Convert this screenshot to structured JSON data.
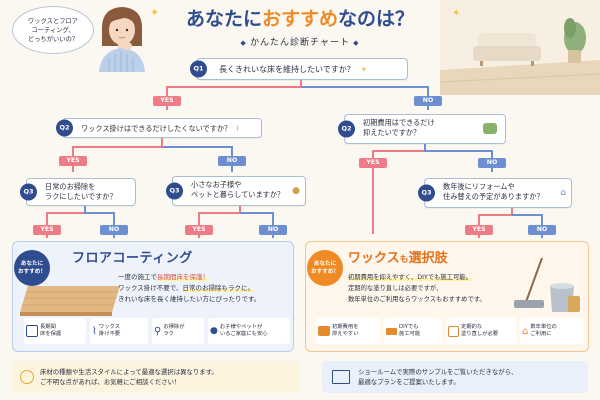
{
  "header": {
    "title_prefix": "あなたに",
    "title_highlight": "おすすめ",
    "title_suffix": "なのは？",
    "subtitle": "かんたん診断チャート",
    "speech_bubble": "ワックスとフロア\nコーティング、\nどっちがいいの？"
  },
  "labels": {
    "yes": "YES",
    "no": "NO"
  },
  "questions": {
    "q1": {
      "tag": "Q1",
      "text": "長くきれいな床を維持したいですか？"
    },
    "q2_left": {
      "tag": "Q2",
      "text": "ワックス掛けはできるだけしたくないですか？"
    },
    "q2_right": {
      "tag": "Q2",
      "text": "初期費用はできるだけ\n抑えたいですか？"
    },
    "q3_a": {
      "tag": "Q3",
      "text": "日常のお掃除を\nラクにしたいですか？"
    },
    "q3_b": {
      "tag": "Q3",
      "text": "小さなお子様や\nペットと暮らしていますか？"
    },
    "q3_c": {
      "tag": "Q3",
      "text": "数年後にリフォームや\n住み替えの予定がありますか？"
    }
  },
  "result_left": {
    "badge": "あなたに\nおすすめ！",
    "title": "フロアコーティング",
    "line1_pre": "一度の施工で",
    "line1_hl": "長期間床を保護！",
    "line2_pre": "ワックス掛け不要で、",
    "line2_hl": "日常のお掃除もラクに。",
    "line3": "きれいな床を長く維持したい方にぴったりです。",
    "features": [
      {
        "icon": "calendar-icon",
        "text": "長期間\n床を保護"
      },
      {
        "icon": "broom-icon",
        "text": "ワックス\n掛け不要"
      },
      {
        "icon": "mop-icon",
        "text": "お掃除が\nラク"
      },
      {
        "icon": "paw-icon",
        "text": "お子様やペットが\nいるご家庭にも安心"
      }
    ]
  },
  "result_right": {
    "badge": "あなたに\nおすすめ！",
    "title_pre": "ワックス",
    "title_mid": "も",
    "title_post": "選択肢",
    "line1": "初期費用を抑えやすく、DIYでも施工可能。",
    "line2": "定期的な塗り直しは必要ですが、",
    "line3": "数年単位のご利用ならワックスもおすすめです。",
    "features": [
      {
        "icon": "wallet-icon",
        "text": "初期費用を\n抑えやすい"
      },
      {
        "icon": "roller-icon",
        "text": "DIYでも\n施工可能"
      },
      {
        "icon": "calendar-icon",
        "text": "定期的な\n塗り直しが必要"
      },
      {
        "icon": "house-icon",
        "text": "数年単位の\nご利用に"
      }
    ]
  },
  "footer": {
    "left": "床材の種類や生活スタイルによって最適な選択は異なります。\nご不明な点があれば、お気軽にご相談ください！",
    "right": "ショールームで実際のサンプルをご覧いただきながら、\n最適なプランをご提案いたします。"
  },
  "colors": {
    "navy": "#2f4c8e",
    "pink": "#ee7b86",
    "blue": "#6b8fd0",
    "orange": "#f08a24",
    "cream": "#fbf8f2"
  }
}
